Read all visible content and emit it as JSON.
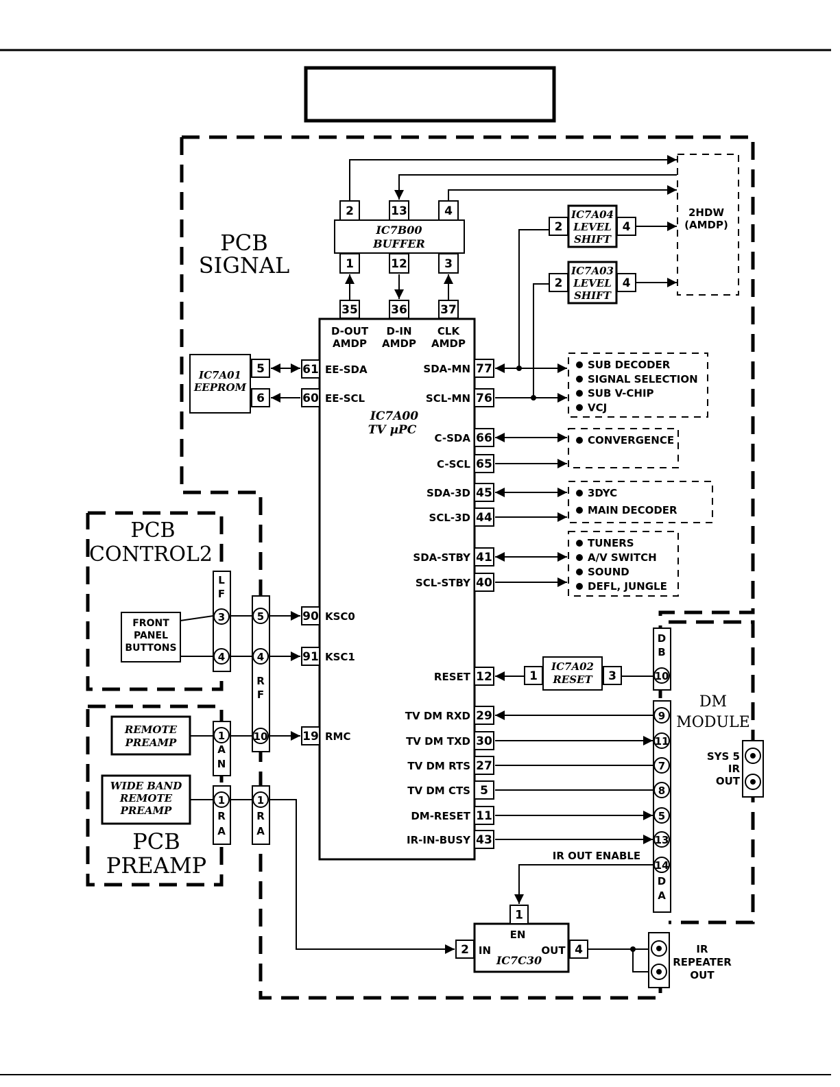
{
  "header": {
    "title_box": ""
  },
  "regions": {
    "pcb_signal": [
      "PCB",
      "SIGNAL"
    ],
    "pcb_control2": [
      "PCB",
      "CONTROL2"
    ],
    "pcb_preamp": [
      "PCB",
      "PREAMP"
    ],
    "dm_module": [
      "DM",
      "MODULE"
    ]
  },
  "main_ic": {
    "name": "IC7A00",
    "sub": "TV µPC",
    "top_pins": [
      {
        "num": "35",
        "label": [
          "D-OUT",
          "AMDP"
        ]
      },
      {
        "num": "36",
        "label": [
          "D-IN",
          "AMDP"
        ]
      },
      {
        "num": "37",
        "label": [
          "CLK",
          "AMDP"
        ]
      }
    ],
    "left_pins": [
      {
        "num": "61",
        "label": "EE-SDA"
      },
      {
        "num": "60",
        "label": "EE-SCL"
      },
      {
        "num": "90",
        "label": "KSC0"
      },
      {
        "num": "91",
        "label": "KSC1"
      },
      {
        "num": "19",
        "label": "RMC"
      }
    ],
    "right_pins": [
      {
        "num": "77",
        "label": "SDA-MN"
      },
      {
        "num": "76",
        "label": "SCL-MN"
      },
      {
        "num": "66",
        "label": "C-SDA"
      },
      {
        "num": "65",
        "label": "C-SCL"
      },
      {
        "num": "45",
        "label": "SDA-3D"
      },
      {
        "num": "44",
        "label": "SCL-3D"
      },
      {
        "num": "41",
        "label": "SDA-STBY"
      },
      {
        "num": "40",
        "label": "SCL-STBY"
      },
      {
        "num": "12",
        "label": "RESET"
      },
      {
        "num": "29",
        "label": "TV DM RXD"
      },
      {
        "num": "30",
        "label": "TV DM TXD"
      },
      {
        "num": "27",
        "label": "TV DM RTS"
      },
      {
        "num": "5",
        "label": "TV DM CTS"
      },
      {
        "num": "11",
        "label": "DM-RESET"
      },
      {
        "num": "43",
        "label": "IR-IN-BUSY"
      }
    ]
  },
  "buffer": {
    "name": "IC7B00",
    "sub": "BUFFER",
    "top_pins": [
      "2",
      "13",
      "4"
    ],
    "bottom_pins": [
      "1",
      "12",
      "3"
    ]
  },
  "level_shift_1": {
    "name": "IC7A04",
    "lines": [
      "LEVEL",
      "SHIFT"
    ],
    "in_pin": "2",
    "out_pin": "4"
  },
  "level_shift_2": {
    "name": "IC7A03",
    "lines": [
      "LEVEL",
      "SHIFT"
    ],
    "in_pin": "2",
    "out_pin": "4"
  },
  "hdw": [
    "2HDW",
    "(AMDP)"
  ],
  "eeprom": {
    "name": "IC7A01",
    "sub": "EEPROM",
    "pins": [
      "5",
      "6"
    ]
  },
  "reset_ic": {
    "name": "IC7A02",
    "sub": "RESET",
    "in_pin": "1",
    "out_pin": "3"
  },
  "ic7c30": {
    "name": "IC7C30",
    "en": "EN",
    "in": "IN",
    "out": "OUT",
    "pin_en": "1",
    "pin_in": "2",
    "pin_out": "4"
  },
  "groups": {
    "mn": [
      "SUB DECODER",
      "SIGNAL SELECTION",
      "SUB V-CHIP",
      "VCJ"
    ],
    "conv": [
      "CONVERGENCE"
    ],
    "td": [
      "3DYC",
      "MAIN DECODER"
    ],
    "stby": [
      "TUNERS",
      "A/V SWITCH",
      "SOUND",
      "DEFL, JUNGLE"
    ]
  },
  "connectors": {
    "lf": {
      "letters": [
        "L",
        "F"
      ],
      "pins": [
        "3",
        "4"
      ]
    },
    "rf": {
      "letters": [
        "R",
        "F"
      ],
      "pins": [
        "5",
        "4",
        "10"
      ]
    },
    "an": {
      "letters": [
        "A",
        "N"
      ],
      "pins": [
        "1"
      ]
    },
    "ra_left": {
      "letters": [
        "R",
        "A"
      ],
      "pins": [
        "1"
      ]
    },
    "ra_right": {
      "letters": [
        "R",
        "A"
      ],
      "pins": [
        "1"
      ]
    },
    "db": {
      "letters": [
        "D",
        "B"
      ],
      "pins": [
        "10"
      ]
    },
    "da": {
      "letters": [
        "D",
        "A"
      ],
      "pins": [
        "9",
        "11",
        "7",
        "8",
        "5",
        "13",
        "14"
      ]
    }
  },
  "front_panel": [
    "FRONT",
    "PANEL",
    "BUTTONS"
  ],
  "remote_preamp": [
    "REMOTE",
    "PREAMP"
  ],
  "wide_band": [
    "WIDE BAND",
    "REMOTE",
    "PREAMP"
  ],
  "sys5": [
    "SYS 5",
    "IR",
    "OUT"
  ],
  "ir_repeater": [
    "IR",
    "REPEATER",
    "OUT"
  ],
  "ir_out_enable": "IR OUT ENABLE"
}
